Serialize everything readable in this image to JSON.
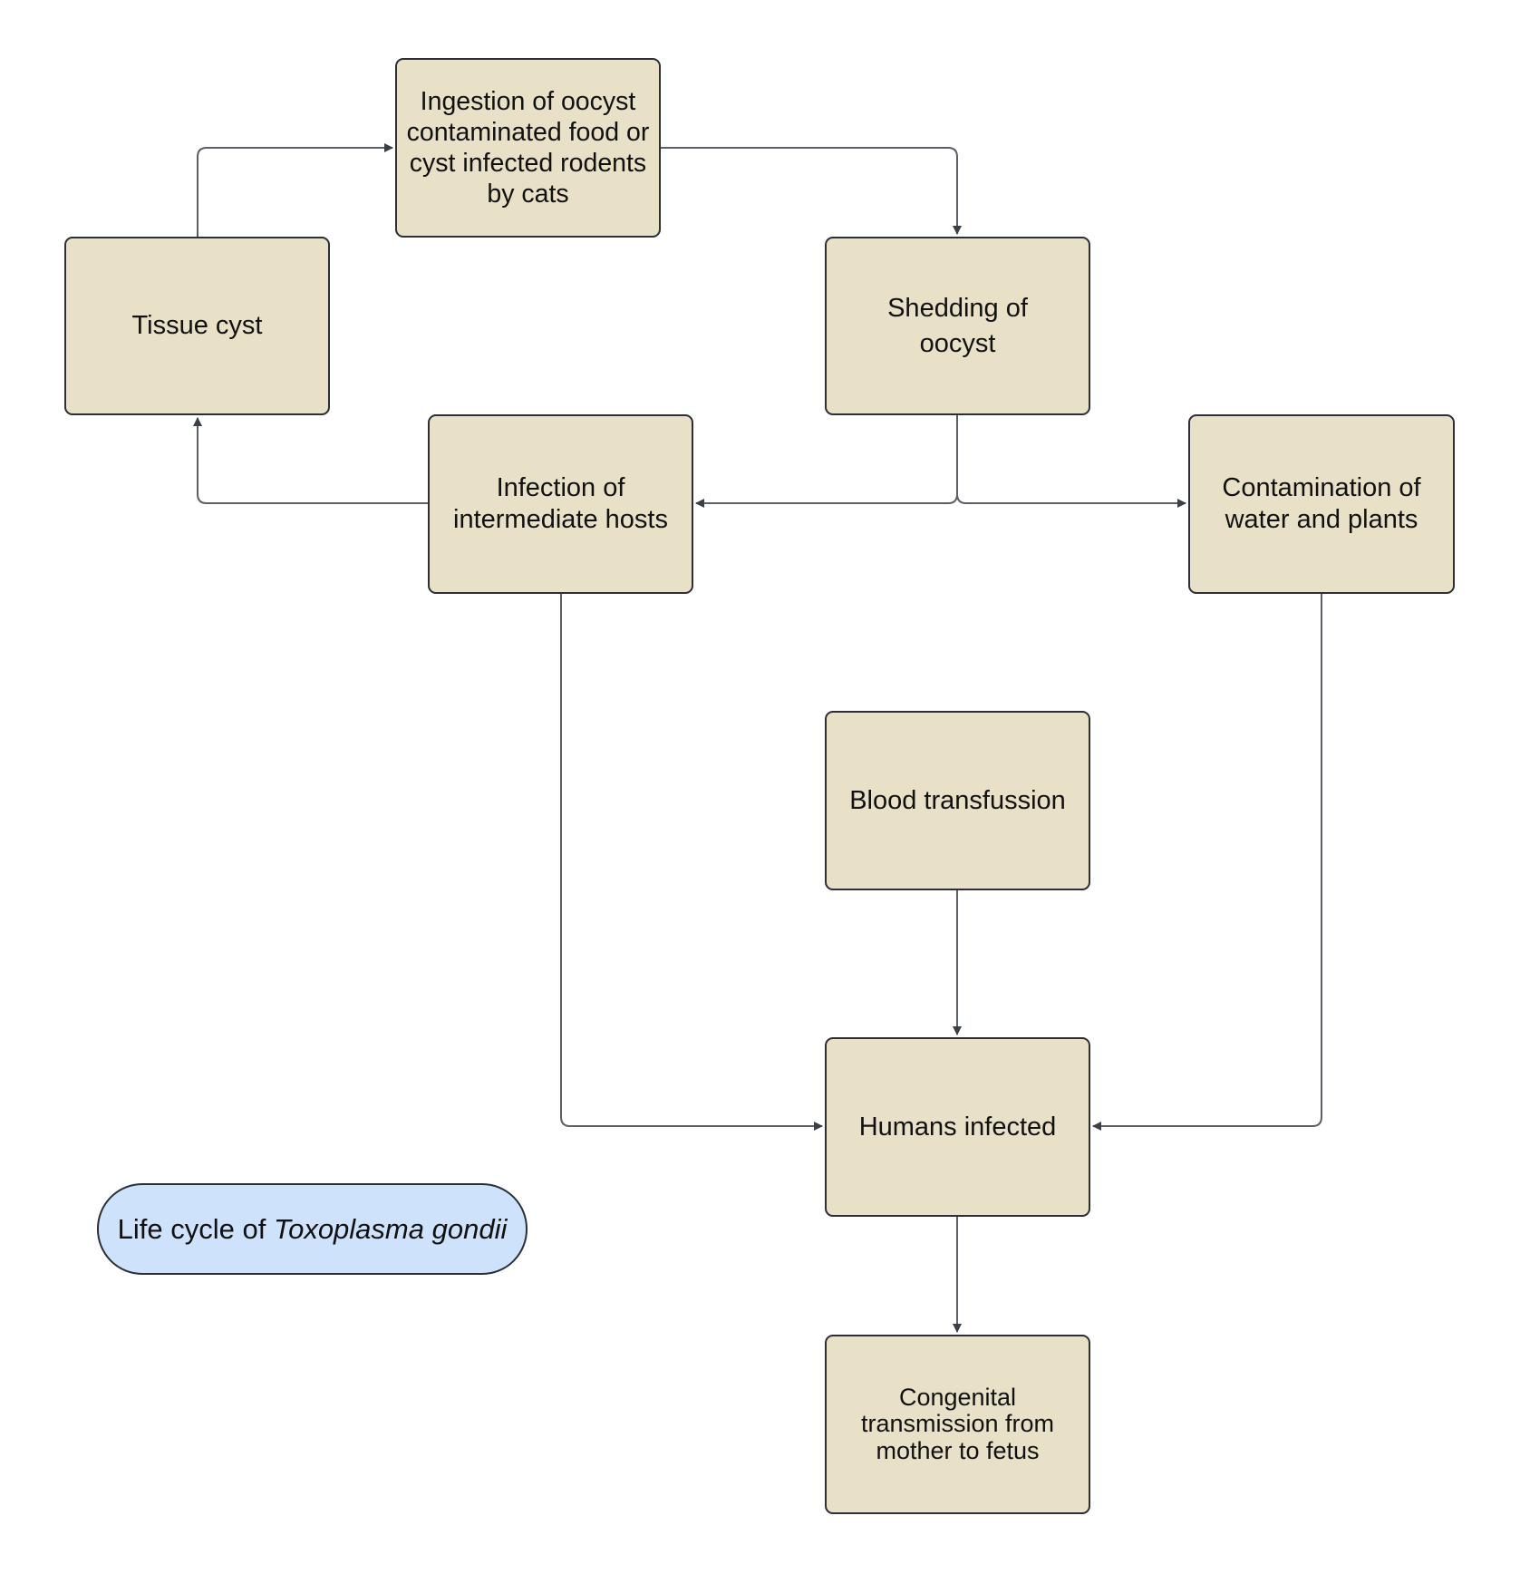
{
  "colors": {
    "node_fill": "#e8e1c8",
    "node_border": "#2b2f36",
    "title_fill": "#cfe2fb",
    "connector": "#5b5f66",
    "arrowhead": "#3a3f48"
  },
  "nodes": {
    "tissue_cyst": "Tissue cyst",
    "ingestion": "Ingestion of oocyst contaminated food or cyst infected rodents by cats",
    "shedding": "Shedding of oocyst",
    "infection_intermediate": "Infection of intermediate hosts",
    "contamination": "Contamination of water and plants",
    "blood_transfusion": "Blood transfussion",
    "humans_infected": "Humans infected",
    "congenital": "Congenital transmission from mother to fetus"
  },
  "title": {
    "prefix": "Life cycle of",
    "species": "Toxoplasma gondii"
  },
  "edges": [
    {
      "from": "Tissue cyst",
      "to": "Ingestion of oocyst contaminated food or cyst infected rodents by cats"
    },
    {
      "from": "Ingestion of oocyst contaminated food or cyst infected rodents by cats",
      "to": "Shedding of oocyst"
    },
    {
      "from": "Shedding of oocyst",
      "to": "Infection of intermediate hosts"
    },
    {
      "from": "Shedding of oocyst",
      "to": "Contamination of water and plants"
    },
    {
      "from": "Infection of intermediate hosts",
      "to": "Tissue cyst"
    },
    {
      "from": "Infection of intermediate hosts",
      "to": "Humans infected"
    },
    {
      "from": "Contamination of water and plants",
      "to": "Humans infected"
    },
    {
      "from": "Blood transfussion",
      "to": "Humans infected"
    },
    {
      "from": "Humans infected",
      "to": "Congenital transmission from mother to fetus"
    }
  ]
}
